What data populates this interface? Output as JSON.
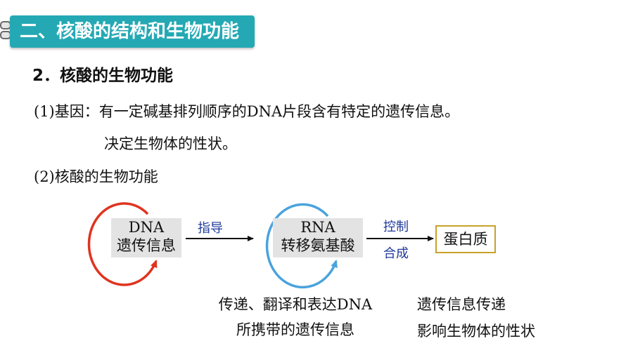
{
  "banner": {
    "title": "二、核酸的结构和生物功能",
    "color": "#24a9b4"
  },
  "section": {
    "title": "2．核酸的生物功能"
  },
  "gene": {
    "prefix": "(1)",
    "label": "基因：",
    "line1_pre": "有一定碱基排列顺序的",
    "line1_dna": "DNA",
    "line1_post": "片段含有特定的遗传信息。",
    "line2": "决定生物体的性状。"
  },
  "function": {
    "prefix": "(2)",
    "label": "核酸的生物功能"
  },
  "diagram": {
    "dna_box": {
      "top": "DNA",
      "bottom": "遗传信息"
    },
    "rna_box": {
      "top": "RNA",
      "bottom": "转移氨基酸"
    },
    "protein_box": "蛋白质",
    "arrow1_label": "指导",
    "arrow2_label_top": "控制",
    "arrow2_label_bottom": "合成",
    "colors": {
      "dna_loop": "#e0331f",
      "rna_loop": "#4aa3dd",
      "label": "#1f3a9b",
      "protein_border": "#c9a227"
    }
  },
  "captions": {
    "left_line1_pre": "传递、翻译和表达",
    "left_line1_dna": "DNA",
    "left_line2": "所携带的遗传信息",
    "right_line1": "遗传信息传递",
    "right_line2": "影响生物体的性状"
  }
}
